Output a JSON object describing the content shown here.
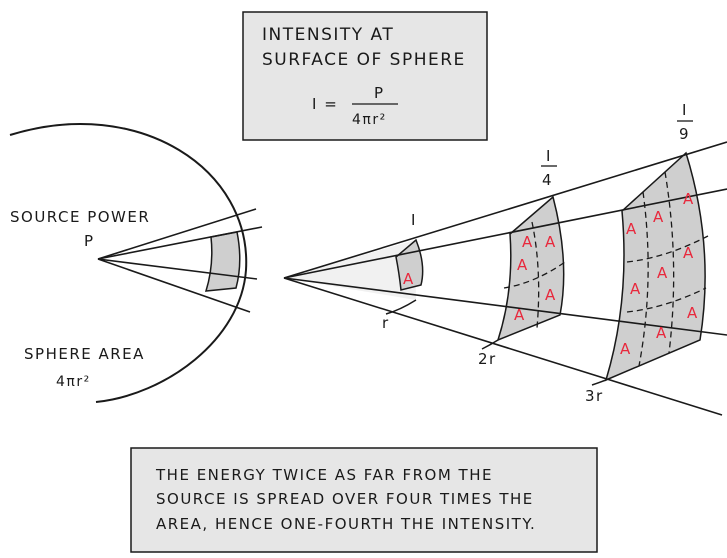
{
  "top_box": {
    "line1": "INTENSITY AT",
    "line2": "SURFACE OF SPHERE",
    "formula_lhs": "I =",
    "formula_num": "P",
    "formula_den": "4πr²"
  },
  "left": {
    "source_power": "SOURCE POWER",
    "p_label": "P",
    "sphere_area": "SPHERE AREA",
    "sphere_area_formula": "4πr²"
  },
  "cone": {
    "intensity_1": "I",
    "intensity_2_num": "I",
    "intensity_2_den": "4",
    "intensity_3_num": "I",
    "intensity_3_den": "9",
    "r1": "r",
    "r2": "2r",
    "r3": "3r",
    "area_label": "A"
  },
  "bottom_box": {
    "line1": "THE ENERGY TWICE AS FAR FROM THE",
    "line2": "SOURCE IS SPREAD OVER FOUR TIMES THE",
    "line3": "AREA, HENCE ONE-FOURTH THE INTENSITY."
  },
  "colors": {
    "box_fill": "#e6e6e6",
    "patch_fill": "#cfcfcf",
    "ink": "#1a1a1a",
    "accent": "#e8283c"
  }
}
